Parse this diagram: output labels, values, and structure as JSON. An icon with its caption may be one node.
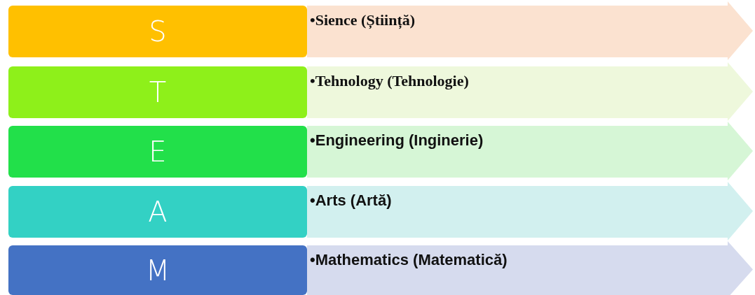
{
  "diagram": {
    "nodes": [
      {
        "text": [
          "S"
        ]
      },
      {
        "text": [
          "•Sience (Știință)"
        ]
      },
      {
        "text": [
          "T"
        ]
      },
      {
        "text": [
          "•Tehnology (Tehnologie)"
        ]
      },
      {
        "text": [
          "E"
        ]
      },
      {
        "text": [
          "•Engineering (Inginerie)"
        ]
      },
      {
        "text": [
          "A"
        ]
      },
      {
        "text": [
          "•Arts (Artă)"
        ]
      },
      {
        "text": [
          "M"
        ]
      },
      {
        "text": [
          "•Mathematics (Matematică)"
        ]
      }
    ]
  }
}
